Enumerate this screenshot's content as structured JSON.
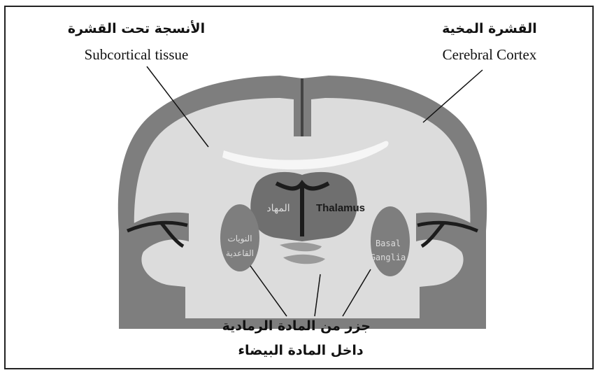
{
  "labels": {
    "subcortical_ar": "الأنسجة تحت القشرة",
    "subcortical_en": "Subcortical tissue",
    "cortex_ar": "القشرة المخية",
    "cortex_en": "Cerebral Cortex",
    "thalamus_ar": "المهاد",
    "thalamus_en": "Thalamus",
    "basal_ar_line1": "النويات",
    "basal_ar_line2": "القاعدية",
    "basal_en_line1": "Basal",
    "basal_en_line2": "Ganglia",
    "gray_islands_line1": "جزر من المادة الرمادية",
    "gray_islands_line2": "داخل المادة البيضاء"
  },
  "colors": {
    "cortex": "#7e7e7e",
    "white_matter": "#dcdcdc",
    "thalamus": "#6f6f6f",
    "ventricle": "#f6f6f6",
    "sulci": "#1c1c1c"
  }
}
